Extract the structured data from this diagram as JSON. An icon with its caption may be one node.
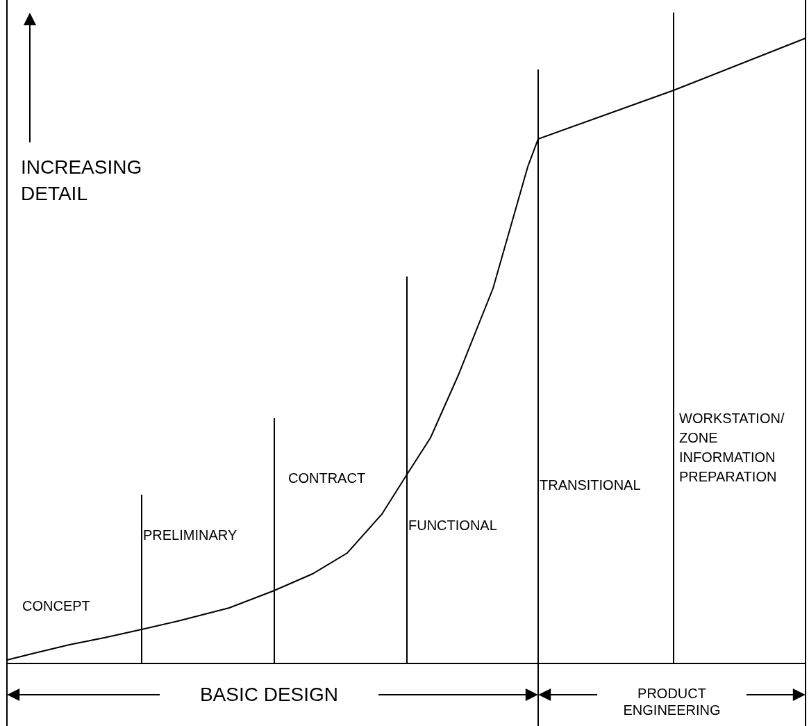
{
  "diagram": {
    "labels": [
      "INCREASING DETAIL",
      "WORKSTATION/ ZONE INFORMATION PREPARATION",
      "CONTRACT",
      "TRANSITIONAL",
      "FUNCTIONAL",
      "PRELIMINARY",
      "CONCEPT",
      "BASIC DESIGN",
      "PRODUCT ENGINEERING"
    ]
  }
}
